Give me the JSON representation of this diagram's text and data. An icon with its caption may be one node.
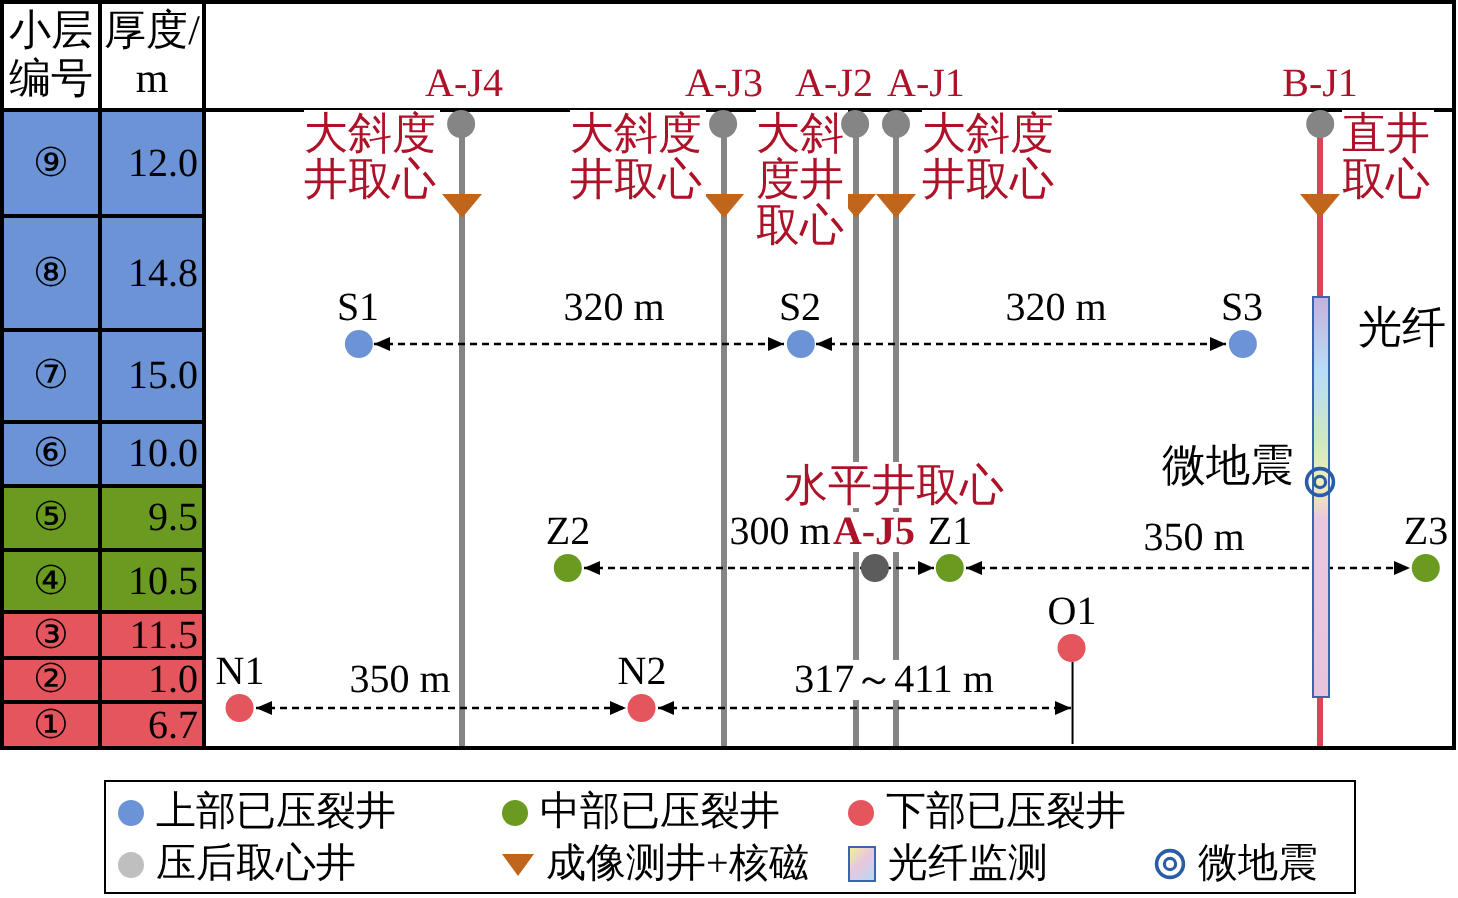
{
  "diagram": {
    "nodes": [
      {
        "text": [
          "A-J4"
        ],
        "beside": [
          "大斜度井取心"
        ]
      },
      {
        "text": [
          "A-J3"
        ],
        "beside": [
          "大斜度井取心"
        ]
      },
      {
        "text": [
          "A-J2"
        ],
        "beside": [
          "大斜度井取心"
        ]
      },
      {
        "text": [
          "A-J1"
        ],
        "beside": [
          "大斜度井取心"
        ]
      },
      {
        "text": [
          "B-J1"
        ],
        "beside": [
          "直井取心"
        ]
      },
      {
        "text": [
          "S1"
        ]
      },
      {
        "text": [
          "S2"
        ]
      },
      {
        "text": [
          "S3"
        ]
      },
      {
        "text": [
          "Z2"
        ]
      },
      {
        "text": [
          "A-J5"
        ],
        "beside": [
          "水平井取心"
        ]
      },
      {
        "text": [
          "Z1"
        ]
      },
      {
        "text": [
          "Z3"
        ]
      },
      {
        "text": [
          "O1"
        ]
      },
      {
        "text": [
          "N1"
        ]
      },
      {
        "text": [
          "N2"
        ]
      }
    ],
    "edges": [
      {
        "from": 5,
        "to": 6,
        "arrow": "both",
        "label": "320 m",
        "style": "dashed"
      },
      {
        "from": 6,
        "to": 7,
        "arrow": "both",
        "label": "320 m",
        "style": "dashed"
      },
      {
        "from": 8,
        "to": 10,
        "arrow": "both",
        "label": "300 m",
        "style": "dashed"
      },
      {
        "from": 10,
        "to": 11,
        "arrow": "both",
        "label": "350 m",
        "style": "dashed"
      },
      {
        "from": 13,
        "to": 14,
        "arrow": "both",
        "label": "350 m",
        "style": "dashed"
      },
      {
        "from": 14,
        "to": 12,
        "arrow": "both",
        "label": "317～411 m",
        "style": "dashed"
      }
    ],
    "labels": [
      "小层编号",
      "厚度/m",
      "⑨",
      "12.0",
      "⑧",
      "14.8",
      "⑦",
      "15.0",
      "⑥",
      "10.0",
      "⑤",
      "9.5",
      "④",
      "10.5",
      "③",
      "11.5",
      "②",
      "1.0",
      "①",
      "6.7",
      "光纤",
      "微地震"
    ],
    "legend": [
      {
        "text": "上部已压裂井",
        "color": "#6b93d6"
      },
      {
        "text": "中部已压裂井",
        "color": "#6a9a1f"
      },
      {
        "text": "下部已压裂井",
        "color": "#e5555d"
      },
      {
        "text": "压后取心井",
        "color": "#bfbfbf"
      },
      {
        "text": "成像测井+核磁",
        "color": "#c0651c"
      },
      {
        "text": "光纤监测"
      },
      {
        "text": "微地震"
      }
    ]
  }
}
